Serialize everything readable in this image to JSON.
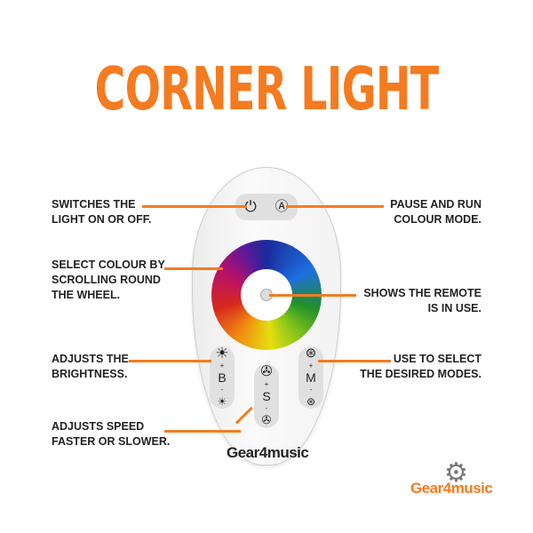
{
  "title": "CORNER LIGHT",
  "labels": {
    "power": "SWITCHES THE\nLIGHT ON OR OFF.",
    "pause": "PAUSE AND RUN\nCOLOUR MODE.",
    "wheel": "SELECT COLOUR BY\nSCROLLING ROUND\nTHE WHEEL.",
    "indicator": "SHOWS THE REMOTE\nIS IN USE.",
    "brightness": "ADJUSTS THE\nBRIGHTNESS.",
    "modes": "USE TO SELECT\nTHE DESIRED MODES.",
    "speed": "ADJUSTS SPEED\nFASTER OR SLOWER."
  },
  "remote": {
    "b_letter": "B",
    "s_letter": "S",
    "m_letter": "M",
    "plus": "+",
    "minus": "-",
    "brand": "Gear4music"
  },
  "logo": "Gear4music",
  "colors": {
    "accent": "#f47b20",
    "logo_gear": "#777777"
  },
  "icons": [
    "power-icon",
    "auto-cycle-icon",
    "sun-icon",
    "fan-icon",
    "rgb-circles-icon"
  ]
}
